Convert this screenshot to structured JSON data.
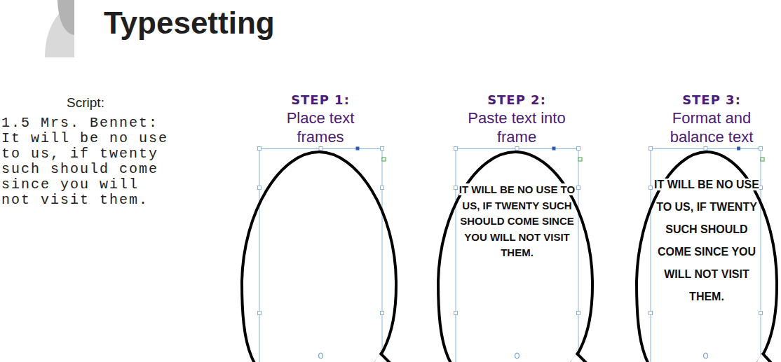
{
  "diagram": {
    "title": "Typesetting",
    "nodes": [
      {
        "text": [
          "IT WILL BE NO USE TO US, IF TWENTY SUCH SHOULD COME SINCE YOU WILL NOT VISIT THEM."
        ]
      },
      {
        "text": [
          "IT WILL BE NO USE TO US, IF TWENTY SUCH SHOULD COME SINCE YOU WILL NOT VISIT THEM."
        ]
      }
    ],
    "labels": [
      "Script:",
      "1.5 Mrs. Bennet: It will be no use to us, if twenty such should come since you will not visit them.",
      "STEP 1:",
      "Place text frames",
      "STEP 2:",
      "Paste text into frame",
      "STEP 3:",
      "Format and balance text"
    ]
  }
}
